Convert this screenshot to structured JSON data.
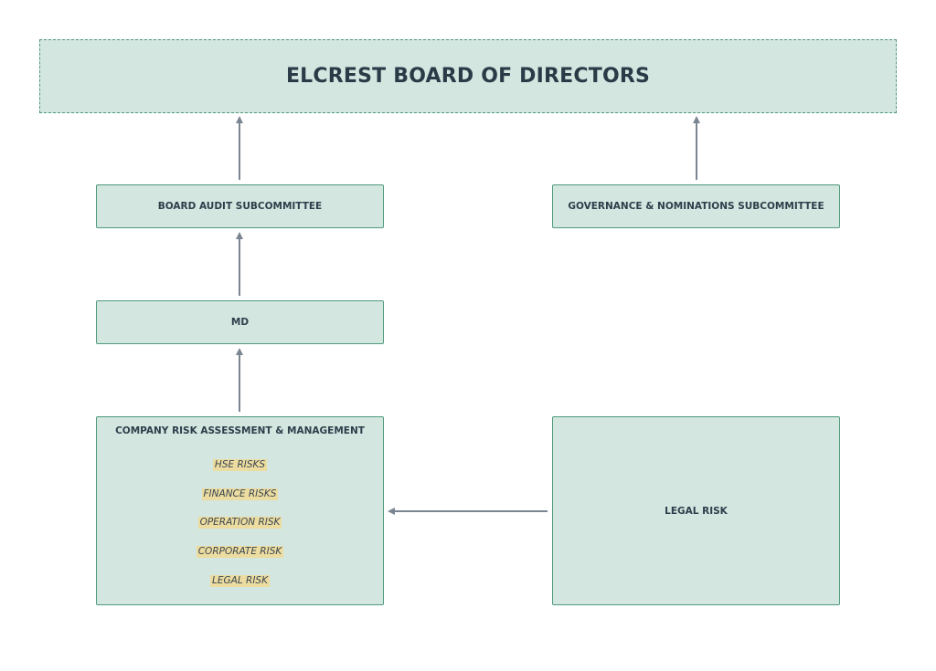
{
  "diagram": {
    "board": {
      "title": "ELCREST BOARD OF DIRECTORS"
    },
    "audit": {
      "label": "BOARD AUDIT SUBCOMMITTEE"
    },
    "governance": {
      "label": "GOVERNANCE & NOMINATIONS SUBCOMMITTEE"
    },
    "md": {
      "label": "MD"
    },
    "company": {
      "title": "COMPANY RISK ASSESSMENT & MANAGEMENT",
      "risks": [
        "HSE RISKS",
        "FINANCE RISKS",
        "OPERATION RISK",
        "CORPORATE RISK",
        "LEGAL RISK"
      ]
    },
    "legal": {
      "label": "LEGAL RISK"
    }
  },
  "colors": {
    "box_fill": "#d3e6e0",
    "box_border": "#4f9a7c",
    "highlight": "#ecdca0",
    "arrow": "#7a8591",
    "text": "#2f3d4a"
  }
}
